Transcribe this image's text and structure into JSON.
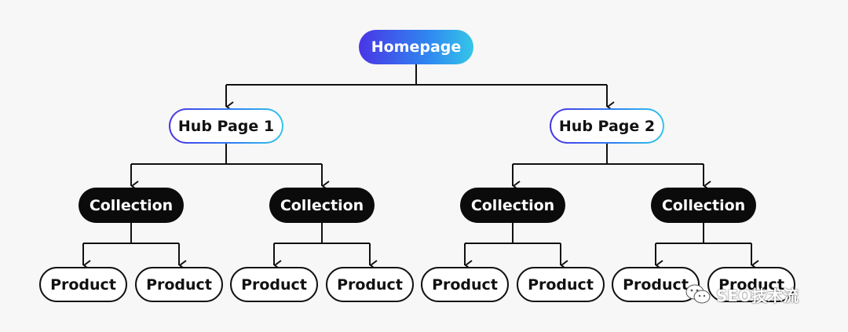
{
  "homepage": "Homepage",
  "hubs": [
    "Hub Page 1",
    "Hub Page 2"
  ],
  "collections": [
    "Collection",
    "Collection",
    "Collection",
    "Collection"
  ],
  "products": [
    "Product",
    "Product",
    "Product",
    "Product",
    "Product",
    "Product",
    "Product",
    "Product"
  ],
  "watermark": {
    "text": "SEO技术流",
    "icon": "wechat-icon"
  },
  "colors": {
    "background": "#f7f7f7",
    "gradient_start": "#4a35e6",
    "gradient_end": "#35c6e8",
    "collection_fill": "#0b0b0b",
    "outline": "#111111"
  }
}
